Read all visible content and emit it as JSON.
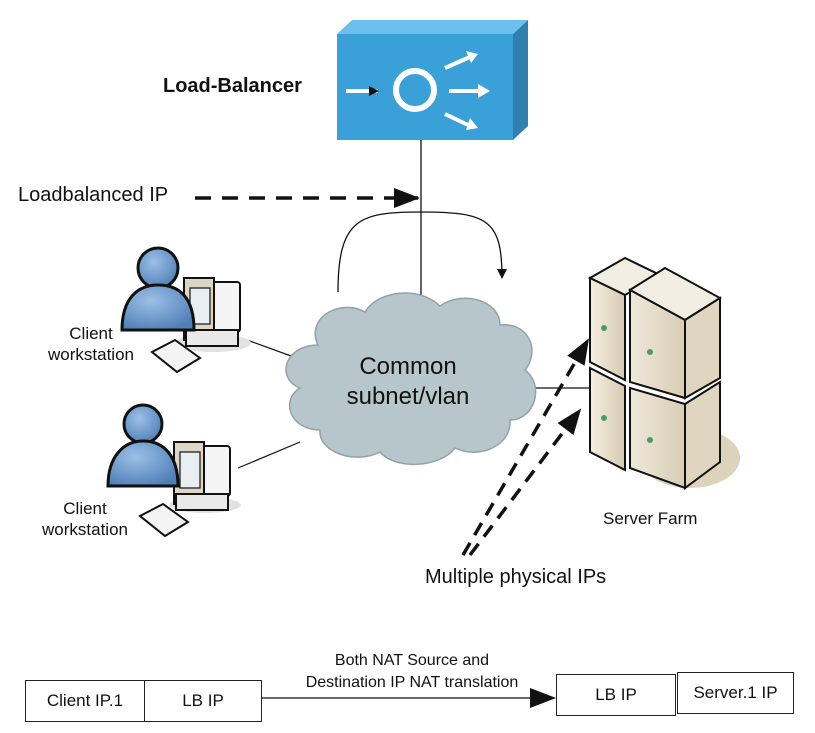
{
  "diagram": {
    "load_balancer": {
      "label": "Load-Balancer",
      "color": "#3aa0d8"
    },
    "loadbalanced_ip_label": "Loadbalanced IP",
    "network": {
      "label_line1": "Common",
      "label_line2": "subnet/vlan",
      "color": "#b7c6cb"
    },
    "clients": [
      {
        "label_line1": "Client",
        "label_line2": "workstation"
      },
      {
        "label_line1": "Client",
        "label_line2": "workstation"
      }
    ],
    "server_farm": {
      "label": "Server Farm",
      "color": "#e6dccb"
    },
    "physical_ips_label": "Multiple physical IPs",
    "nat": {
      "caption_line1": "Both NAT Source and",
      "caption_line2": "Destination IP NAT translation",
      "before": [
        "Client IP.1",
        "LB IP"
      ],
      "after": [
        "LB IP",
        "Server.1 IP"
      ]
    }
  }
}
